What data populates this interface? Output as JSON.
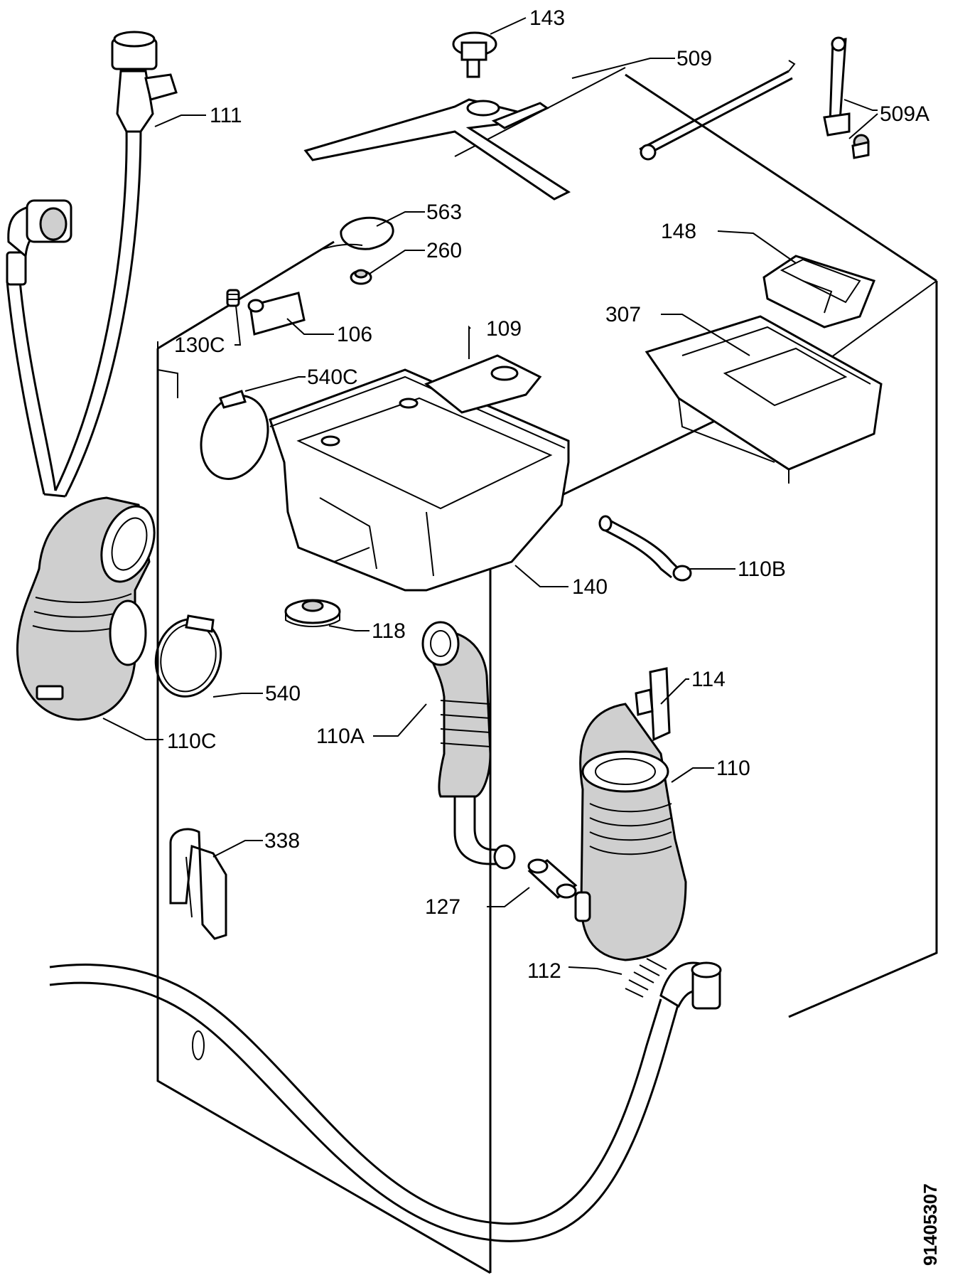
{
  "diagram": {
    "drawing_number": "91405307",
    "callouts": [
      {
        "id": "111",
        "text": "111"
      },
      {
        "id": "143",
        "text": "143"
      },
      {
        "id": "509",
        "text": "509"
      },
      {
        "id": "509A",
        "text": "509A"
      },
      {
        "id": "563",
        "text": "563"
      },
      {
        "id": "260",
        "text": "260"
      },
      {
        "id": "148",
        "text": "148"
      },
      {
        "id": "130C",
        "text": "130C"
      },
      {
        "id": "106",
        "text": "106"
      },
      {
        "id": "307",
        "text": "307"
      },
      {
        "id": "109",
        "text": "109"
      },
      {
        "id": "540C",
        "text": "540C"
      },
      {
        "id": "110B",
        "text": "110B"
      },
      {
        "id": "140",
        "text": "140"
      },
      {
        "id": "118",
        "text": "118"
      },
      {
        "id": "540",
        "text": "540"
      },
      {
        "id": "114",
        "text": "114"
      },
      {
        "id": "110C",
        "text": "110C"
      },
      {
        "id": "110A",
        "text": "110A"
      },
      {
        "id": "110",
        "text": "110"
      },
      {
        "id": "338",
        "text": "338"
      },
      {
        "id": "127",
        "text": "127"
      },
      {
        "id": "112",
        "text": "112"
      }
    ]
  }
}
